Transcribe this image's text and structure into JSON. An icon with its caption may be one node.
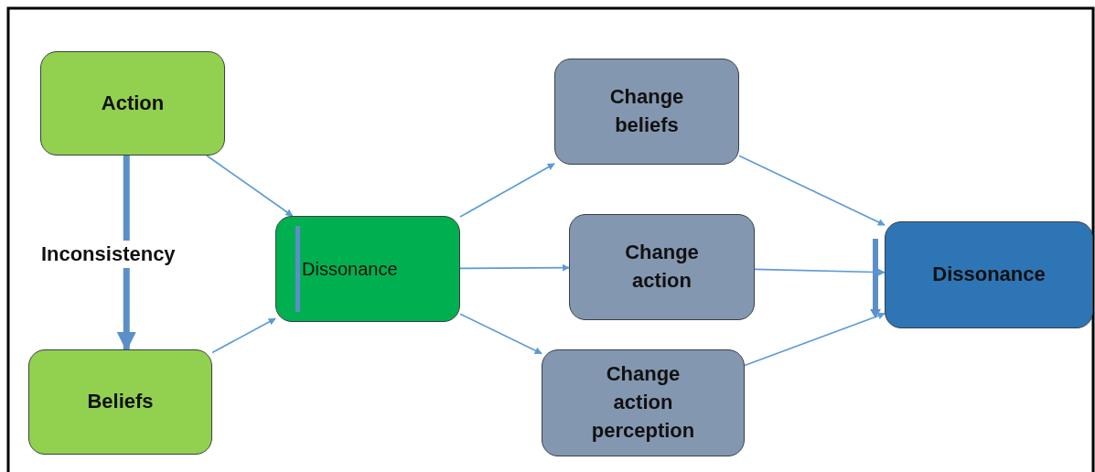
{
  "diagram": {
    "nodes": [
      {
        "text": [
          "Action"
        ]
      },
      {
        "text": [
          "Beliefs"
        ]
      },
      {
        "text": [
          "Dissonance"
        ]
      },
      {
        "text": [
          "Change beliefs"
        ]
      },
      {
        "text": [
          "Change action"
        ]
      },
      {
        "text": [
          "Change action perception"
        ]
      },
      {
        "text": [
          "Dissonance"
        ]
      }
    ],
    "edges": [
      {
        "from": 0,
        "to": 1,
        "arrow": "to",
        "label": "Inconsistency",
        "style": "thick"
      },
      {
        "from": 0,
        "to": 2,
        "arrow": "to"
      },
      {
        "from": 1,
        "to": 2,
        "arrow": "to"
      },
      {
        "from": 2,
        "to": 3,
        "arrow": "to"
      },
      {
        "from": 2,
        "to": 4,
        "arrow": "to"
      },
      {
        "from": 2,
        "to": 5,
        "arrow": "to"
      },
      {
        "from": 3,
        "to": 6,
        "arrow": "to"
      },
      {
        "from": 4,
        "to": 6,
        "arrow": "to"
      },
      {
        "from": 5,
        "to": 6,
        "arrow": "to"
      }
    ]
  }
}
